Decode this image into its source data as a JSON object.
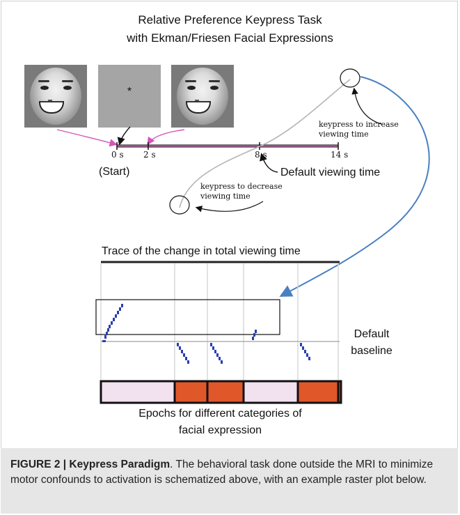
{
  "figure": {
    "title_line1": "Relative Preference Keypress Task",
    "title_line2": "with Ekman/Friesen Facial Expressions",
    "stimulus_center_symbol": "*",
    "timeline": {
      "ticks": [
        "0 s",
        "2 s",
        "8 s",
        "14 s"
      ],
      "start_label": "(Start)",
      "default_label": "Default viewing time"
    },
    "annotations": {
      "increase": [
        "keypress to increase",
        "viewing time"
      ],
      "decrease": [
        "keypress to decrease",
        "viewing time"
      ]
    },
    "raster": {
      "title": "Trace of the change in total viewing time",
      "baseline_label": [
        "Default",
        "baseline"
      ],
      "epochs_label": [
        "Epochs for different categories of",
        "facial expression"
      ]
    }
  },
  "caption": {
    "label": "FIGURE 2 | Keypress Paradigm",
    "text": ". The behavioral task done outside the MRI to minimize motor confounds to activation is schematized above, with an example raster plot below."
  },
  "colors": {
    "pink_arrow": "#d455b9",
    "blue_arrow": "#4a7fc1",
    "trace_blue": "#2b3fae",
    "epoch_light": "#f2e1ef",
    "epoch_orange": "#e0572a"
  },
  "icons": [
    "face-stimulus-icon",
    "fixation-star-icon"
  ]
}
